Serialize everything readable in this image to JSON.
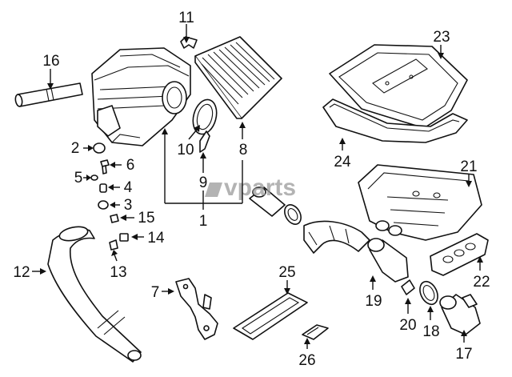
{
  "watermark": {
    "text": "vparts",
    "color": "#9a9a9a"
  },
  "callouts": [
    {
      "id": "1",
      "label": "1"
    },
    {
      "id": "2",
      "label": "2"
    },
    {
      "id": "3",
      "label": "3"
    },
    {
      "id": "4",
      "label": "4"
    },
    {
      "id": "5",
      "label": "5"
    },
    {
      "id": "6",
      "label": "6"
    },
    {
      "id": "7",
      "label": "7"
    },
    {
      "id": "8",
      "label": "8"
    },
    {
      "id": "9",
      "label": "9"
    },
    {
      "id": "10",
      "label": "10"
    },
    {
      "id": "11",
      "label": "11"
    },
    {
      "id": "12",
      "label": "12"
    },
    {
      "id": "13",
      "label": "13"
    },
    {
      "id": "14",
      "label": "14"
    },
    {
      "id": "15",
      "label": "15"
    },
    {
      "id": "16",
      "label": "16"
    },
    {
      "id": "17",
      "label": "17"
    },
    {
      "id": "18",
      "label": "18"
    },
    {
      "id": "19",
      "label": "19"
    },
    {
      "id": "20",
      "label": "20"
    },
    {
      "id": "21",
      "label": "21"
    },
    {
      "id": "22",
      "label": "22"
    },
    {
      "id": "23",
      "label": "23"
    },
    {
      "id": "24",
      "label": "24"
    },
    {
      "id": "25",
      "label": "25"
    },
    {
      "id": "26",
      "label": "26"
    }
  ]
}
